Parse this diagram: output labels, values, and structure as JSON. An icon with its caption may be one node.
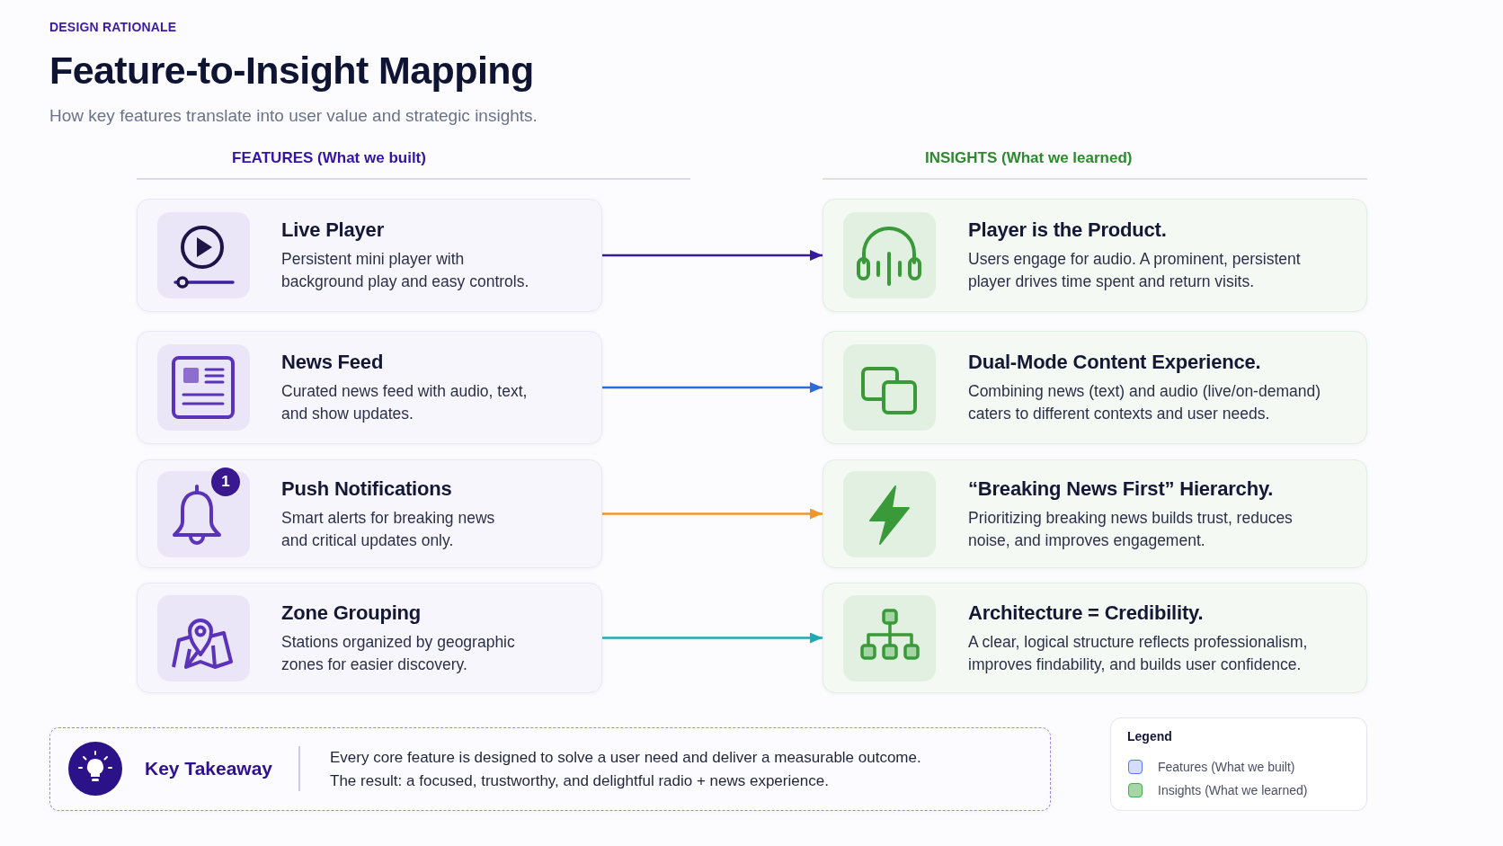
{
  "diagram": {
    "title": "Feature-to-Insight Mapping",
    "nodes": [
      {
        "text": [
          "Live Player",
          "Persistent mini player with background play and easy controls."
        ]
      },
      {
        "text": [
          "Player is the Product.",
          "Users engage for audio. A prominent, persistent player drives time spent and return visits."
        ]
      },
      {
        "text": [
          "News Feed",
          "Curated news feed with audio, text, and show updates."
        ]
      },
      {
        "text": [
          "Dual-Mode Content Experience.",
          "Combining news (text) and audio (live/on-demand) caters to different contexts and user needs."
        ]
      },
      {
        "text": [
          "Push Notifications",
          "Smart alerts for breaking news and critical updates only."
        ]
      },
      {
        "text": [
          "“Breaking News First” Hierarchy.",
          "Prioritizing breaking news builds trust, reduces noise, and improves engagement."
        ]
      },
      {
        "text": [
          "Zone Grouping",
          "Stations organized by geographic zones for easier discovery."
        ]
      },
      {
        "text": [
          "Architecture = Credibility.",
          "A clear, logical structure reflects professionalism, improves findability, and builds user confidence."
        ]
      },
      {
        "text": [
          "Key Takeaway",
          "Every core feature is designed to solve a user need and deliver a measurable outcome.",
          "The result: a focused, trustworthy, and delightful radio + news experience."
        ]
      }
    ],
    "edges": [
      {
        "from": 0,
        "to": 1,
        "arrow": "to",
        "color": "#3a1a9c"
      },
      {
        "from": 2,
        "to": 3,
        "arrow": "to",
        "color": "#2f6bd8"
      },
      {
        "from": 4,
        "to": 5,
        "arrow": "to",
        "color": "#f0962a"
      },
      {
        "from": 6,
        "to": 7,
        "arrow": "to",
        "color": "#20aab5"
      }
    ],
    "labels": [
      "DESIGN RATIONALE",
      "How key features translate into user value and strategic insights.",
      "FEATURES (What we built)",
      "INSIGHTS (What we learned)",
      "1",
      "Legend"
    ],
    "legend": [
      {
        "text": "Features (What we built)",
        "color": "#d5ddfb"
      },
      {
        "text": "Insights (What we learned)",
        "color": "#a5d6a7"
      }
    ]
  }
}
